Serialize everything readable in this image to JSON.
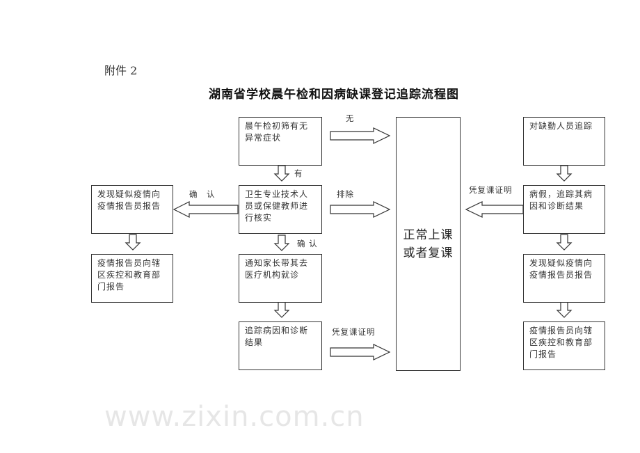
{
  "attachment_label": "附件 2",
  "title": "湖南省学校晨午检和因病缺课登记追踪流程图",
  "watermark": "www.zixin.com.cn",
  "center_column": {
    "screening": "晨午检初筛有无异常症状",
    "verify": "卫生专业技术人员或保健教师进行核实",
    "notify_parent": "通知家长带其去医疗机构就诊",
    "track_diagnosis": "追踪病因和诊断结果"
  },
  "left_column": {
    "report_suspected": "发现疑似疫情向疫情报告员报告",
    "report_district": "疫情报告员向辖区疾控和教育部门报告"
  },
  "result_box": {
    "line1": "正常上课",
    "line2": "或者复课"
  },
  "right_column": {
    "track_absent": "对缺勤人员追踪",
    "sick_leave": "病假，追踪其病因和诊断结果",
    "report_suspected": "发现疑似疫情向疫情报告员报告",
    "report_district": "疫情报告员向辖区疾控和教育部门报告"
  },
  "arrow_labels": {
    "none": "无",
    "yes": "有",
    "confirm_left": "确　认",
    "excluded": "排除",
    "confirm_down": "确 认",
    "certificate_center": "凭复课证明",
    "certificate_right": "凭复课证明"
  }
}
